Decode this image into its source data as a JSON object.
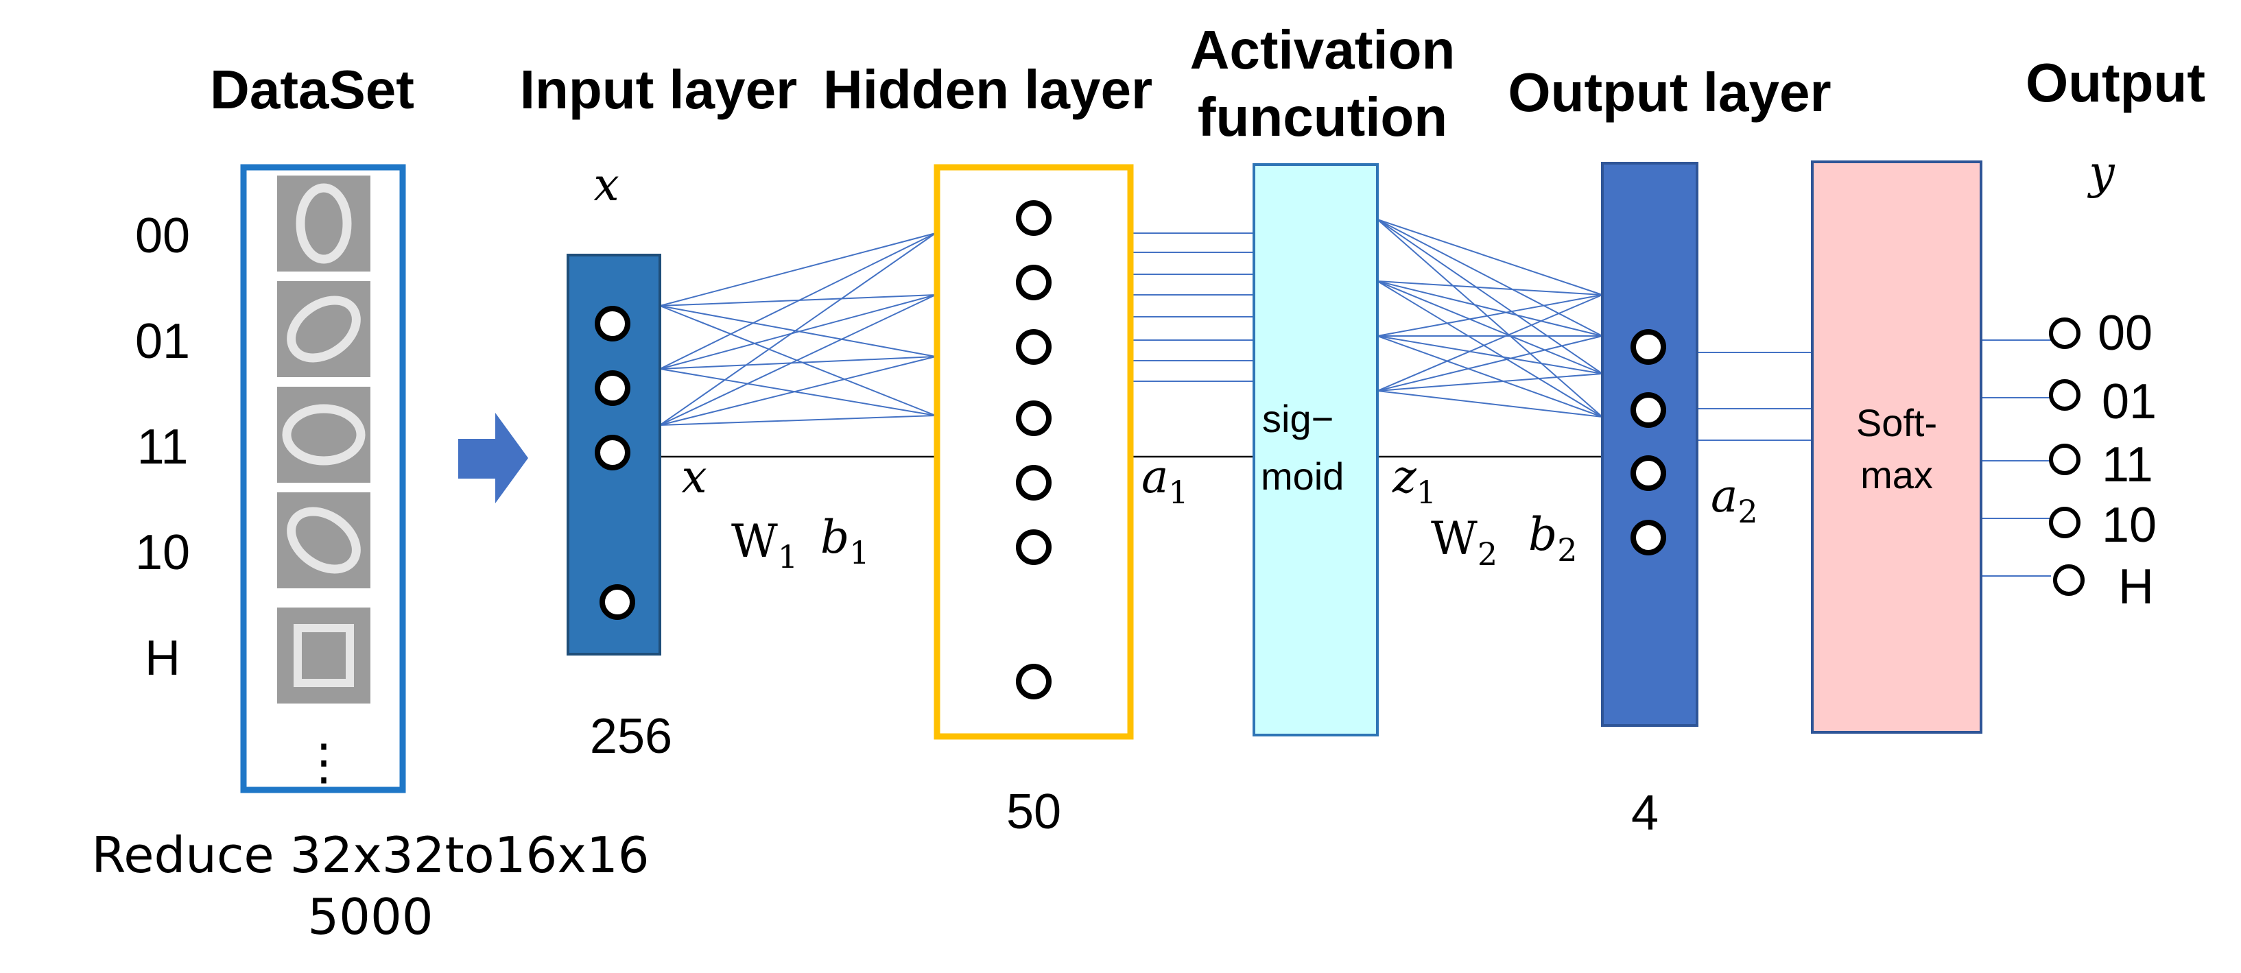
{
  "headers": {
    "dataset": "DataSet",
    "input_layer": "Input layer",
    "hidden_layer": "Hidden layer",
    "activation_line1": "Activation",
    "activation_line2": "funcution",
    "output_layer": "Output layer",
    "output": "Output"
  },
  "dataset": {
    "labels": [
      "00",
      "01",
      "11",
      "10",
      "H"
    ],
    "ellipsis": "⋮",
    "caption_line1": "Reduce 32x32to16x16",
    "caption_line2": "5000"
  },
  "input_layer": {
    "var": "x",
    "size": "256",
    "out_var": "x"
  },
  "weights1": {
    "W": "W",
    "W_sub": "1",
    "b": "b",
    "b_sub": "1"
  },
  "hidden_layer": {
    "size": "50",
    "out_var": "a",
    "out_sub": "1"
  },
  "activation": {
    "line1": "sig−",
    "line2": "moid",
    "out_var": "z",
    "out_sub": "1"
  },
  "weights2": {
    "W": "W",
    "W_sub": "2",
    "b": "b",
    "b_sub": "2"
  },
  "output_layer": {
    "size": "4",
    "out_var": "a",
    "out_sub": "2"
  },
  "softmax": {
    "line1": "Soft-",
    "line2": "max"
  },
  "output": {
    "var": "y",
    "labels": [
      "00",
      "01",
      "11",
      "10",
      "H"
    ]
  },
  "colors": {
    "dataset_border": "#1f77c7",
    "input_fill": "#2e75b6",
    "hidden_border": "#ffc000",
    "activation_fill": "#ccffff",
    "activation_border": "#2e75b6",
    "output_fill": "#4472c4",
    "softmax_fill": "#ffcccc",
    "softmax_border": "#2f5597",
    "arrow_fill": "#4472c4",
    "connection": "#4472c4"
  }
}
